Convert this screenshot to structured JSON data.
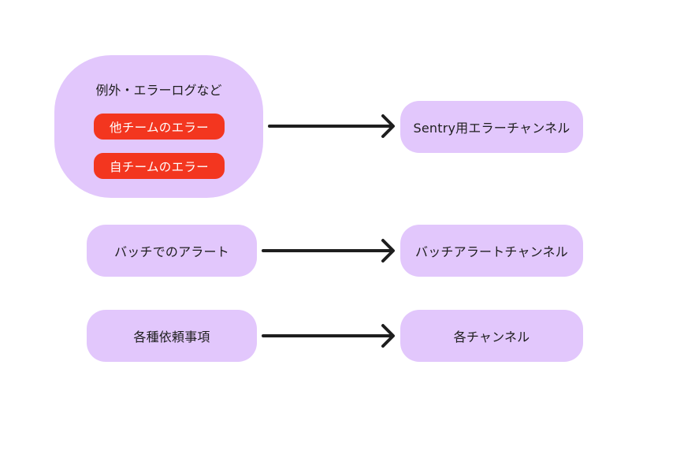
{
  "group": {
    "title": "例外・エラーログなど",
    "tags": [
      "他チームのエラー",
      "自チームのエラー"
    ]
  },
  "sources": [
    "バッチでのアラート",
    "各種依頼事項"
  ],
  "targets": [
    "Sentry用エラーチャンネル",
    "バッチアラートチャンネル",
    "各チャンネル"
  ],
  "colors": {
    "node_fill": "#e2c7fc",
    "tag_fill": "#f3361f",
    "arrow": "#1e1e1e"
  }
}
